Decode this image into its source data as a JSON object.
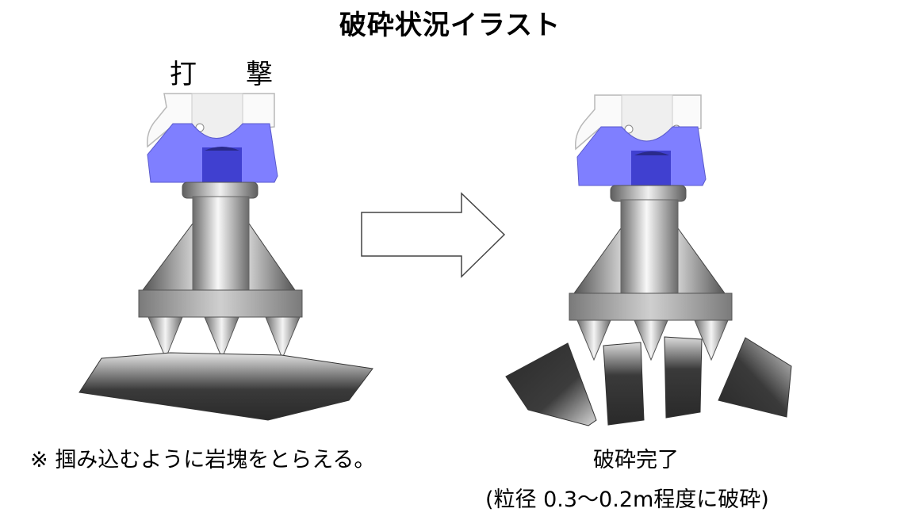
{
  "title": "破砕状況イラスト",
  "strike_label": "打　撃",
  "note": "※ 掴み込むように岩塊をとらえる。",
  "complete_label": "破砕完了",
  "size_note": "(粒径 0.3～0.2m程度に破砕)",
  "colors": {
    "bracket": "#7f7fff",
    "bracket_dark": "#3f3fcf",
    "steel_light": "#f4f4f4",
    "steel_dark": "#5a5a5a",
    "rock_dark": "#2e2e2e"
  }
}
